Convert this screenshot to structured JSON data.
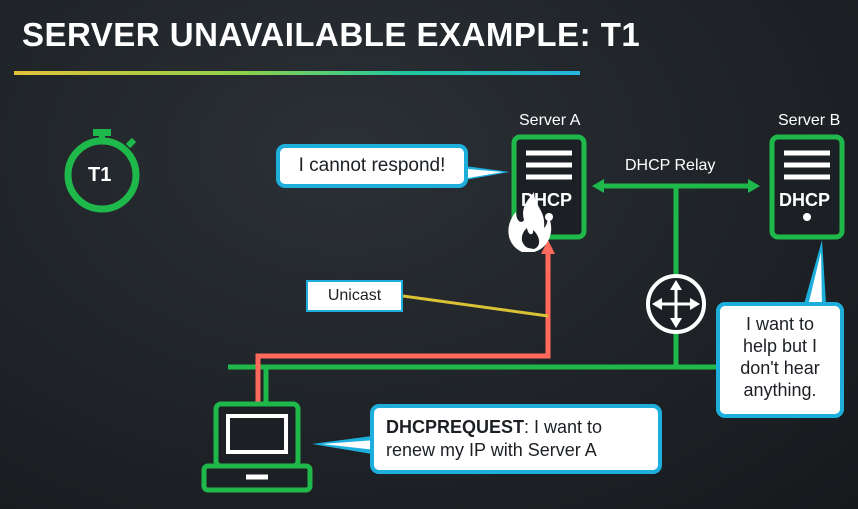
{
  "title": "SERVER UNAVAILABLE EXAMPLE: T1",
  "timer": {
    "label": "T1"
  },
  "server_a": {
    "label": "Server A",
    "badge": "DHCP"
  },
  "server_b": {
    "label": "Server B",
    "badge": "DHCP"
  },
  "relay_label": "DHCP Relay",
  "unicast_label": "Unicast",
  "bubble_server_a": "I cannot respond!",
  "bubble_server_b": "I want to help but I don't hear anything.",
  "bubble_client": {
    "bold": "DHCPREQUEST",
    "rest": ": I want to renew my IP with Server A"
  },
  "colors": {
    "green": "#1fb84a",
    "blue": "#1eaedb",
    "red": "#ff6a5c",
    "yellow": "#d9c234"
  }
}
